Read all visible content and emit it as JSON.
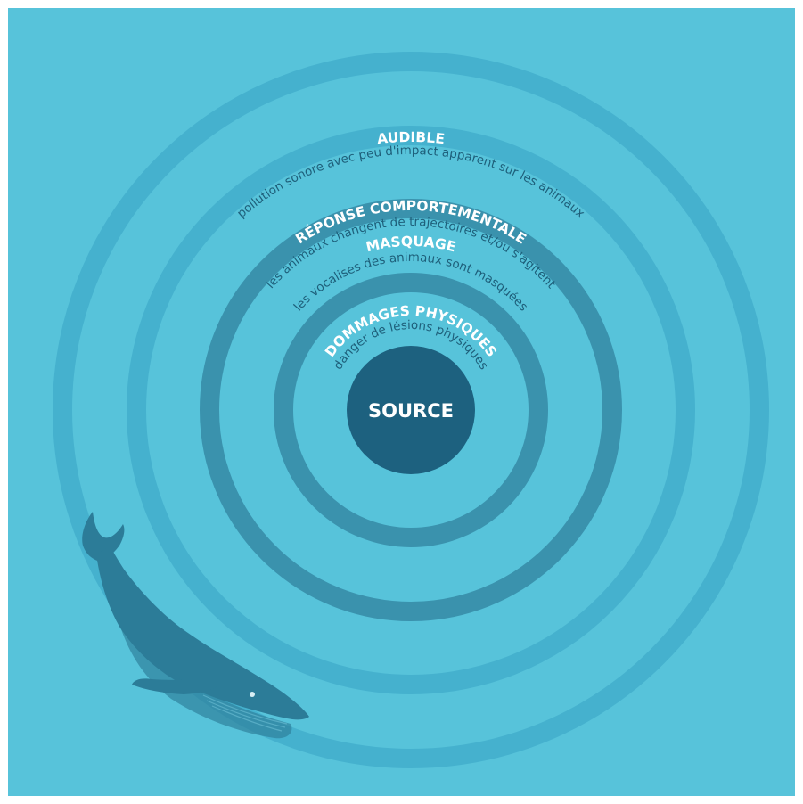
{
  "colors": {
    "background": "#57c3da",
    "frame": "#ffffff",
    "ring_audible": "#45b1ce",
    "ring_reponse": "#45b1ce",
    "ring_masquage": "#3a92ad",
    "ring_dommages": "#3a92ad",
    "source_fill": "#1d617f",
    "title_text": "#ffffff",
    "desc_text": "#1e5f7a",
    "whale": "#2c7c98"
  },
  "zones": [
    {
      "id": "audible",
      "title": "AUDIBLE",
      "description": "pollution sonore avec peu d'impact apparent sur les animaux"
    },
    {
      "id": "reponse",
      "title": "RÉPONSE COMPORTEMENTALE",
      "description": "les animaux changent de trajectoires et/ou s'agitent"
    },
    {
      "id": "masquage",
      "title": "MASQUAGE",
      "description": "les vocalises des animaux sont masquées"
    },
    {
      "id": "dommages",
      "title": "DOMMAGES PHYSIQUES",
      "description": "danger de lésions physiques"
    }
  ],
  "source": {
    "label": "SOURCE"
  },
  "illustration": {
    "icon": "whale-icon"
  }
}
